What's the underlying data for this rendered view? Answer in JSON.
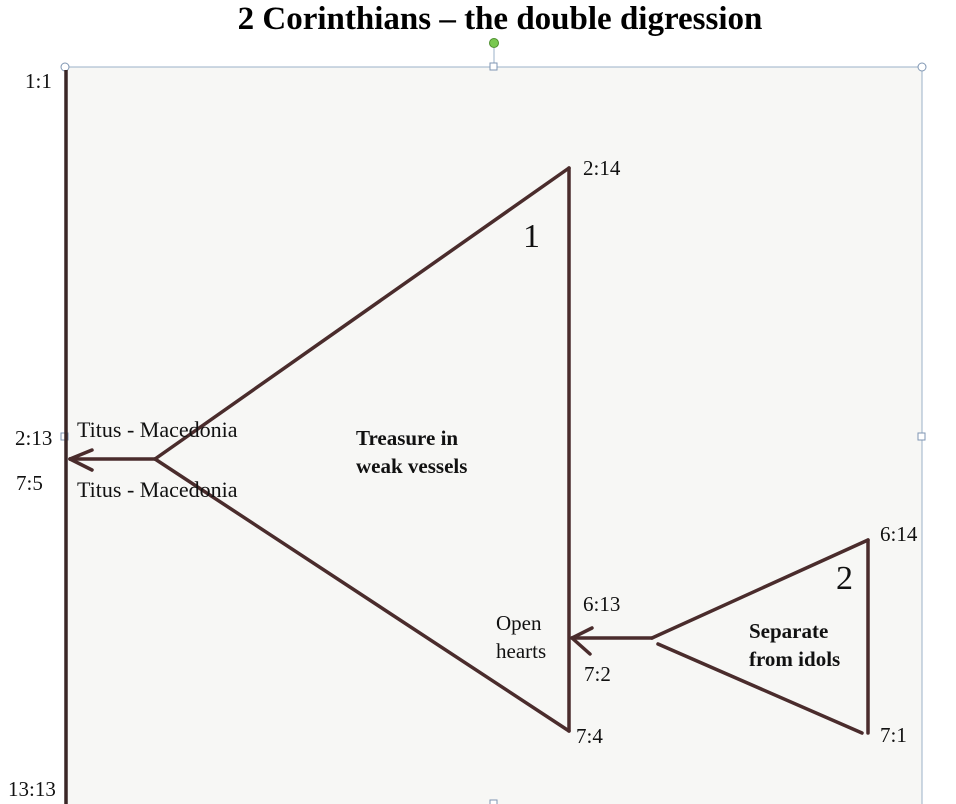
{
  "title": "2 Corinthians – the double digression",
  "colors": {
    "ink": "#4a2c2c",
    "paper": "#f7f7f5",
    "selection": "#9bb0c8",
    "rotate_handle": "#78c850"
  },
  "refs": {
    "start": "1:1",
    "end": "13:13",
    "main_left_top": "2:13",
    "main_left_bottom": "7:5",
    "d1_top": "2:14",
    "d1_bottom": "7:4",
    "d1_left_top": "6:13",
    "d1_left_bottom": "7:2",
    "d2_top": "6:14",
    "d2_bottom": "7:1"
  },
  "labels": {
    "titus_top": "Titus - Macedonia",
    "titus_bottom": "Titus - Macedonia",
    "d1_number": "1",
    "d1_theme_line1": "Treasure in",
    "d1_theme_line2": "weak vessels",
    "open_line1": "Open",
    "open_line2": "hearts",
    "d2_number": "2",
    "d2_theme_line1": "Separate",
    "d2_theme_line2": "from idols"
  }
}
